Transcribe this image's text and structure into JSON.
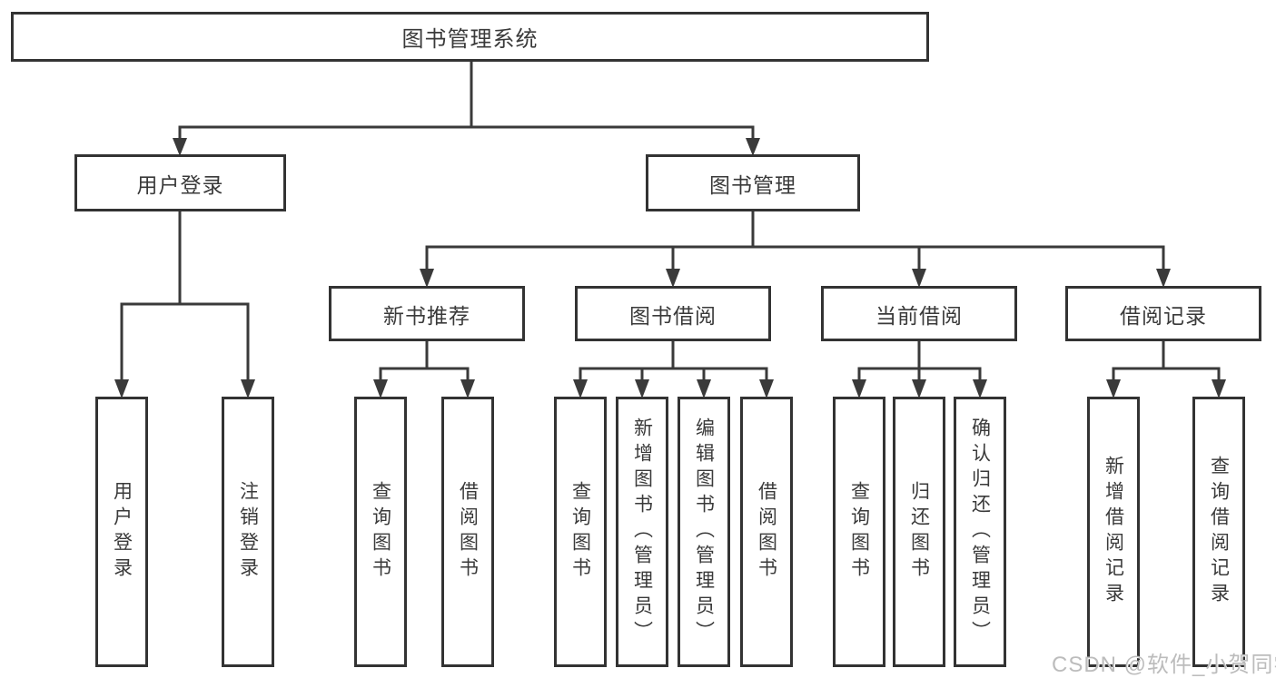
{
  "diagram": {
    "tree": {
      "root": {
        "label": "图书管理系统"
      },
      "branches": [
        {
          "label": "用户登录",
          "children": [
            {
              "label": "用户登录"
            },
            {
              "label": "注销登录"
            }
          ]
        },
        {
          "label": "图书管理",
          "children": [
            {
              "label": "新书推荐",
              "children": [
                {
                  "label": "查询图书"
                },
                {
                  "label": "借阅图书"
                }
              ]
            },
            {
              "label": "图书借阅",
              "children": [
                {
                  "label": "查询图书"
                },
                {
                  "label": "新增图书（管理员）"
                },
                {
                  "label": "编辑图书（管理员）"
                },
                {
                  "label": "借阅图书"
                }
              ]
            },
            {
              "label": "当前借阅",
              "children": [
                {
                  "label": "查询图书"
                },
                {
                  "label": "归还图书"
                },
                {
                  "label": "确认归还（管理员）"
                }
              ]
            },
            {
              "label": "借阅记录",
              "children": [
                {
                  "label": "新增借阅记录"
                },
                {
                  "label": "查询借阅记录"
                }
              ]
            }
          ]
        }
      ]
    },
    "colors": {
      "line": "#3a3a3a",
      "border": "#333333",
      "text": "#3a3a3a",
      "background": "#ffffff",
      "watermark": "#bcbcbc"
    }
  },
  "watermark": {
    "text": "CSDN @软件_小贺同学"
  }
}
